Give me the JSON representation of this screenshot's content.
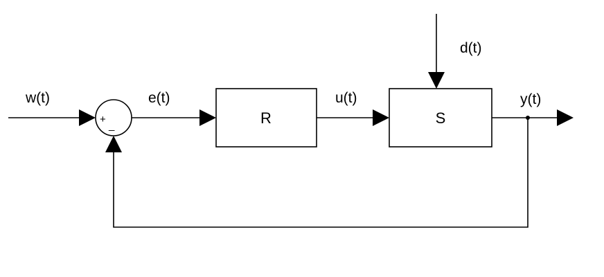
{
  "signals": {
    "reference": "w(t)",
    "error": "e(t)",
    "control": "u(t)",
    "disturbance": "d(t)",
    "output": "y(t)"
  },
  "blocks": {
    "controller": "R",
    "plant": "S"
  },
  "summing_junction": {
    "plus_sign": "+",
    "minus_sign": "_"
  }
}
